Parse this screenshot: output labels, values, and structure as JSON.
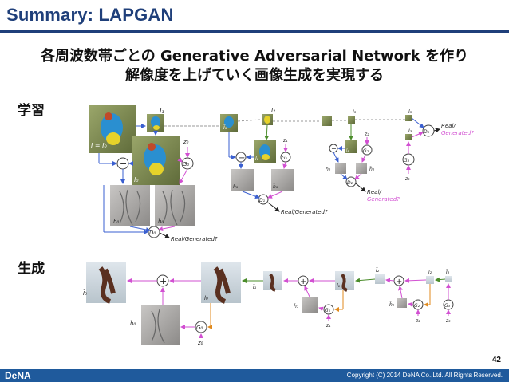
{
  "slide": {
    "title": "Summary: LAPGAN",
    "subtitle_line1": "各周波数帯ごとの Generative Adversarial Network を作り",
    "subtitle_line2": "解像度を上げていく画像生成を実現する",
    "section_train": "学習",
    "section_generate": "生成",
    "page_number": "42",
    "footer_logo": "DeNA",
    "footer_copyright": "Copyright (C) 2014 DeNA Co.,Ltd. All Rights Reserved."
  },
  "diagram": {
    "train_labels": {
      "i_eq_i0": "I = I₀",
      "l0": "l₀",
      "i1": "I₁",
      "i1_tilde": "Ĩ₁",
      "z0": "z₀",
      "g0": "G₀",
      "h0": "h₀",
      "h0_tilde": "h̃₀",
      "d0": "D₀",
      "real_gen_0": "Real/Generated?",
      "i2": "I₂",
      "l1": "l₁",
      "z1": "z₁",
      "g1": "G₁",
      "h1": "h₁",
      "h1_tilde": "h̃₁",
      "d1": "D₁",
      "real_gen_1": "Real/Generated?",
      "i3": "I₃",
      "l2": "l₂",
      "z2": "z₂",
      "g2": "G₂",
      "h2": "h₂",
      "h2_tilde": "h̃₂",
      "d2": "D₂",
      "real_gen_2_a": "Real/",
      "real_gen_2_b": "Generated?",
      "l3": "l₃",
      "i3_tilde": "Ĩ₃",
      "z3": "z₃",
      "g3": "G₃",
      "d3": "D₃",
      "real_gen_3_a": "Real/",
      "real_gen_3_b": "Generated?",
      "minus": "−"
    },
    "gen_labels": {
      "i0_tilde": "Ĩ₀",
      "l0": "l₀",
      "h0_tilde": "h̃₀",
      "g0": "G₀",
      "z0": "z₀",
      "i1_tilde": "Ĩ₁",
      "l1": "l₁",
      "h1_tilde": "h̃₁",
      "g1": "G₁",
      "z1": "z₁",
      "i2_tilde": "Ĩ₂",
      "l2": "l₂",
      "h2_tilde": "h̃₂",
      "g2": "G₂",
      "z2": "z₂",
      "i3_tilde": "Ĩ₃",
      "g3": "G₃",
      "z3": "z₃",
      "plus": "+"
    },
    "colors": {
      "blue_arrow": "#3a5fd0",
      "magenta_arrow": "#d250d2",
      "orange_arrow": "#e08a1e",
      "green_arrow": "#4a8c2a",
      "gray_dashed": "#999999",
      "title_navy": "#1f3f7a",
      "footer_blue": "#1f5a9c"
    }
  }
}
